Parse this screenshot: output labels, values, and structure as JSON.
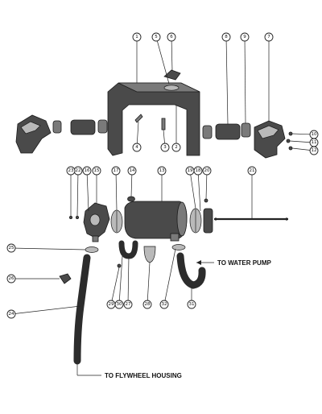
{
  "callouts": {
    "water_pump": "TO WATER PUMP",
    "flywheel_housing": "TO FLYWHEEL HOUSING"
  },
  "part_numbers": [
    "1",
    "2",
    "3",
    "4",
    "5",
    "6",
    "7",
    "8",
    "9",
    "10",
    "11",
    "12",
    "13",
    "14",
    "15",
    "16",
    "17",
    "18",
    "19",
    "20",
    "21",
    "22",
    "23",
    "24",
    "25",
    "26",
    "27",
    "28",
    "29",
    "30",
    "31",
    "32"
  ],
  "colors": {
    "ink": "#1a1a1a",
    "metal_dark": "#4a4a4a",
    "metal_mid": "#7a7a7a",
    "paper": "#ffffff"
  }
}
